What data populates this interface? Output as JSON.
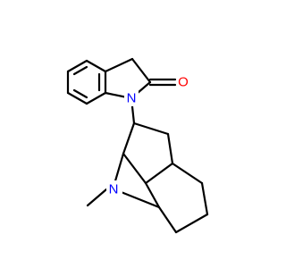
{
  "atoms": {
    "nitrogen_indoline": {
      "symbol": "N",
      "color": "#0000ff"
    },
    "oxygen_carbonyl": {
      "symbol": "O",
      "color": "#ff0000"
    },
    "nitrogen_bridge": {
      "symbol": "N",
      "color": "#0000ff"
    }
  },
  "colors": {
    "bond": "#000000",
    "background": "#ffffff"
  }
}
